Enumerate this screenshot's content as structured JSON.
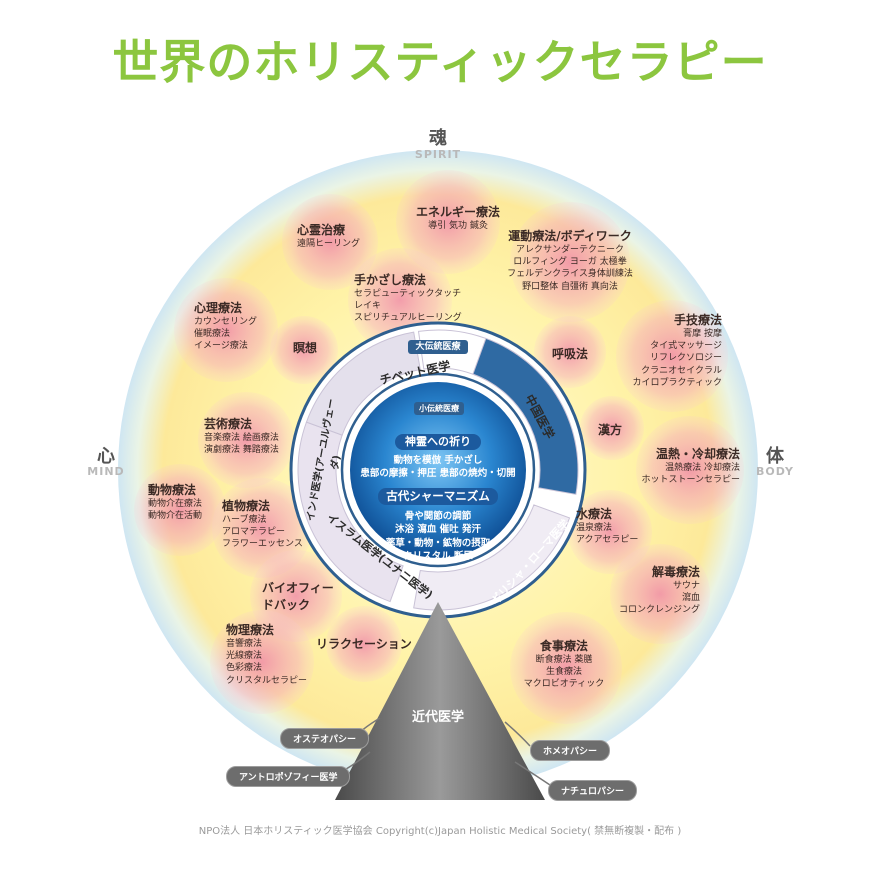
{
  "title": "世界のホリスティックセラピー",
  "axes": {
    "top": {
      "jp": "魂",
      "en": "SPIRIT"
    },
    "left": {
      "jp": "心",
      "en": "MIND"
    },
    "right": {
      "jp": "体",
      "en": "BODY"
    }
  },
  "therapies": [
    {
      "title": "心霊治療",
      "items": [
        "遠隔ヒーリング"
      ]
    },
    {
      "title": "エネルギー療法",
      "items": [
        "導引 気功 鍼灸"
      ]
    },
    {
      "title": "運動療法/ボディワーク",
      "items": [
        "アレクサンダーテクニーク",
        "ロルフィング ヨーガ 太極拳",
        "フェルデンクライス身体訓練法",
        "野口整体 自彊術 真向法"
      ]
    },
    {
      "title": "手かざし療法",
      "items": [
        "セラピューティックタッチ",
        "レイキ",
        "スピリチュアルヒーリング"
      ]
    },
    {
      "title": "心理療法",
      "items": [
        "カウンセリング",
        "催眠療法",
        "イメージ療法"
      ]
    },
    {
      "title": "瞑想",
      "items": []
    },
    {
      "title": "手技療法",
      "items": [
        "膏摩 按摩",
        "タイ式マッサージ",
        "リフレクソロジー",
        "クラニオセイクラル",
        "カイロプラクティック"
      ]
    },
    {
      "title": "呼吸法",
      "items": []
    },
    {
      "title": "芸術療法",
      "items": [
        "音楽療法 絵画療法",
        "演劇療法 舞踏療法"
      ]
    },
    {
      "title": "漢方",
      "items": []
    },
    {
      "title": "温熱・冷却療法",
      "items": [
        "温熱療法 冷却療法",
        "ホットストーンセラピー"
      ]
    },
    {
      "title": "動物療法",
      "items": [
        "動物介在療法",
        "動物介在活動"
      ]
    },
    {
      "title": "植物療法",
      "items": [
        "ハーブ療法",
        "アロマテラピー",
        "フラワーエッセンス"
      ]
    },
    {
      "title": "水療法",
      "items": [
        "温泉療法",
        "アクアセラピー"
      ]
    },
    {
      "title": "解毒療法",
      "items": [
        "サウナ",
        "瀉血",
        "コロンクレンジング"
      ]
    },
    {
      "title": "バイオフィードバック",
      "items": []
    },
    {
      "title": "物理療法",
      "items": [
        "音響療法",
        "光線療法",
        "色彩療法",
        "クリスタルセラピー"
      ]
    },
    {
      "title": "リラクセーション",
      "items": []
    },
    {
      "title": "食事療法",
      "items": [
        "断食療法 薬膳",
        "生食療法",
        "マクロビオティック"
      ]
    }
  ],
  "traditions": {
    "big_label": "大伝統医療",
    "small_label": "小伝統医療",
    "segments": [
      "チベット医学",
      "中国医学",
      "ギリシャ・ローマ医学",
      "イスラム医学(ユナニ医学)",
      "インド医学(アーユルヴェーダ)"
    ]
  },
  "core": {
    "block1_title": "神霊への祈り",
    "block1_lines": [
      "動物を模倣 手かざし",
      "患部の摩擦・押圧 患部の焼灼・切開"
    ],
    "block2_title": "古代シャーマニズム",
    "block2_lines": [
      "骨や関節の調節",
      "沐浴 瀉血 催吐 発汗",
      "薬草・動物・鉱物の摂取",
      "クリスタル 断尿"
    ]
  },
  "modern": {
    "label": "近代医学",
    "branches": [
      "オステオパシー",
      "アントロポゾフィー医学",
      "ホメオパシー",
      "ナチュロパシー"
    ]
  },
  "footer": "NPO法人 日本ホリスティック医学協会 Copyright(c)Japan Holistic Medical Society( 禁無断複製・配布 )",
  "colors": {
    "title": "#8cc63f",
    "petal": "#f08cb0",
    "outer_glow": "#fff3a8",
    "ring_blue": "#2f5f8f",
    "core_blue": "#1d72c2",
    "pill": "#6d6d6d"
  }
}
